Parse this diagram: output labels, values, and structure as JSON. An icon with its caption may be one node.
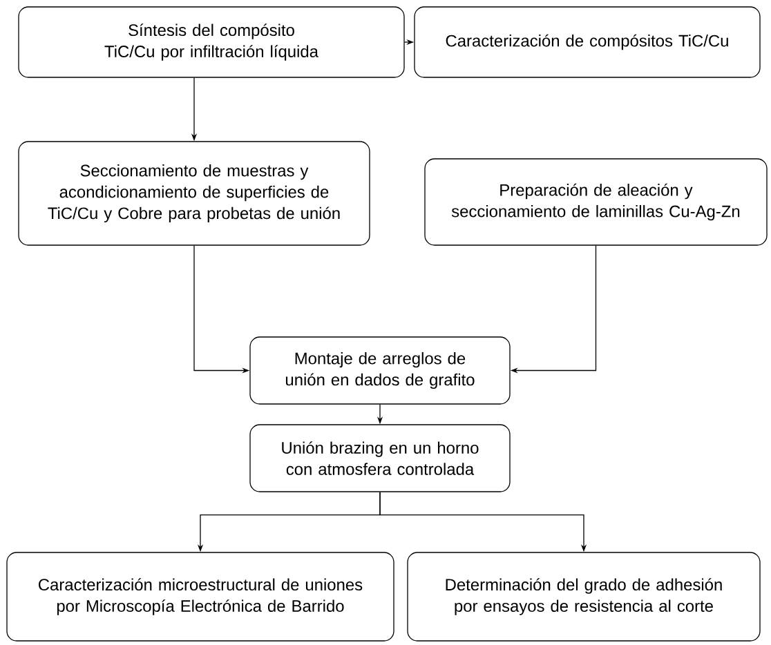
{
  "diagram": {
    "nodes": [
      {
        "text": [
          "Síntesis del compósito TiC/Cu por infiltración líquida"
        ]
      },
      {
        "text": [
          "Caracterización de compósitos TiC/Cu"
        ]
      },
      {
        "text": [
          "Seccionamiento de muestras y acondicionamiento de superficies de TiC/Cu y Cobre para probetas de unión"
        ]
      },
      {
        "text": [
          "Preparación de aleación y seccionamiento de laminillas Cu-Ag-Zn"
        ]
      },
      {
        "text": [
          "Montaje de arreglos de unión en dados de grafito"
        ]
      },
      {
        "text": [
          "Unión brazing en un horno con atmosfera controlada"
        ]
      },
      {
        "text": [
          "Caracterización microestructural de uniones por Microscopía Electrónica de Barrido"
        ]
      },
      {
        "text": [
          "Determinación del grado de adhesión por ensayos de resistencia al corte"
        ]
      }
    ],
    "edges": [
      {
        "from": 0,
        "to": 1,
        "arrow": "to"
      },
      {
        "from": 0,
        "to": 2,
        "arrow": "to"
      },
      {
        "from": 2,
        "to": 4,
        "arrow": "to"
      },
      {
        "from": 3,
        "to": 4,
        "arrow": "to"
      },
      {
        "from": 4,
        "to": 5,
        "arrow": "to"
      },
      {
        "from": 5,
        "to": 6,
        "arrow": "to"
      },
      {
        "from": 5,
        "to": 7,
        "arrow": "to"
      }
    ]
  }
}
